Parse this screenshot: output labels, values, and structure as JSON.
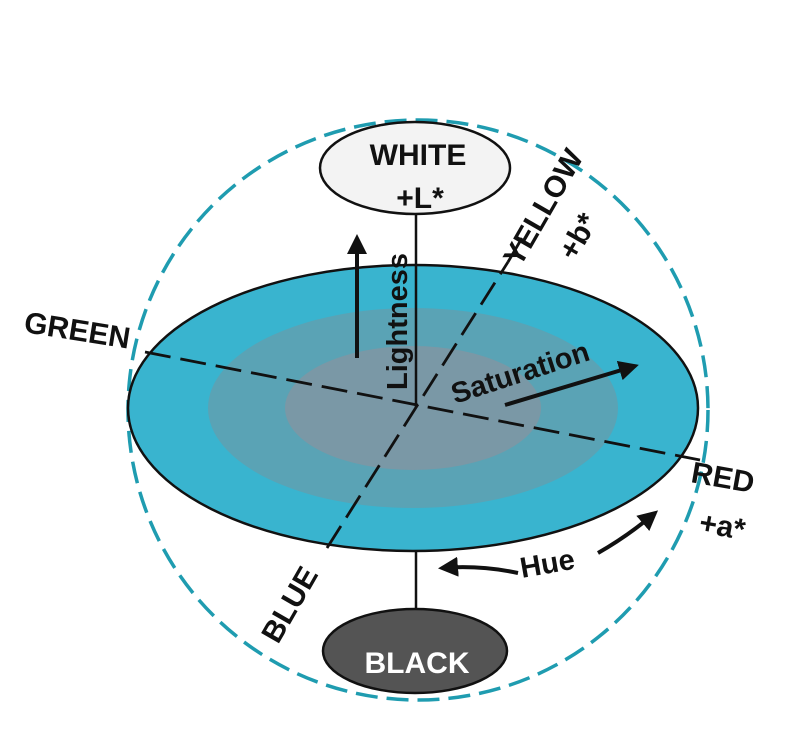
{
  "labels": {
    "white": "WHITE",
    "l_axis": "+L*",
    "black": "BLACK",
    "yellow": "YELLOW",
    "b_axis": "+b*",
    "green": "GREEN",
    "red": "RED",
    "a_axis": "+a*",
    "blue": "BLUE",
    "lightness": "Lightness",
    "saturation": "Saturation",
    "hue": "Hue"
  },
  "colors": {
    "sphere_outline": "#1f9cb0",
    "disc_outer": "#39b4cf",
    "disc_middle": "#5aa3b5",
    "disc_inner": "#7a98a6",
    "black_cap": "#545454",
    "white_cap": "#f3f3f3",
    "ink": "#111111"
  }
}
